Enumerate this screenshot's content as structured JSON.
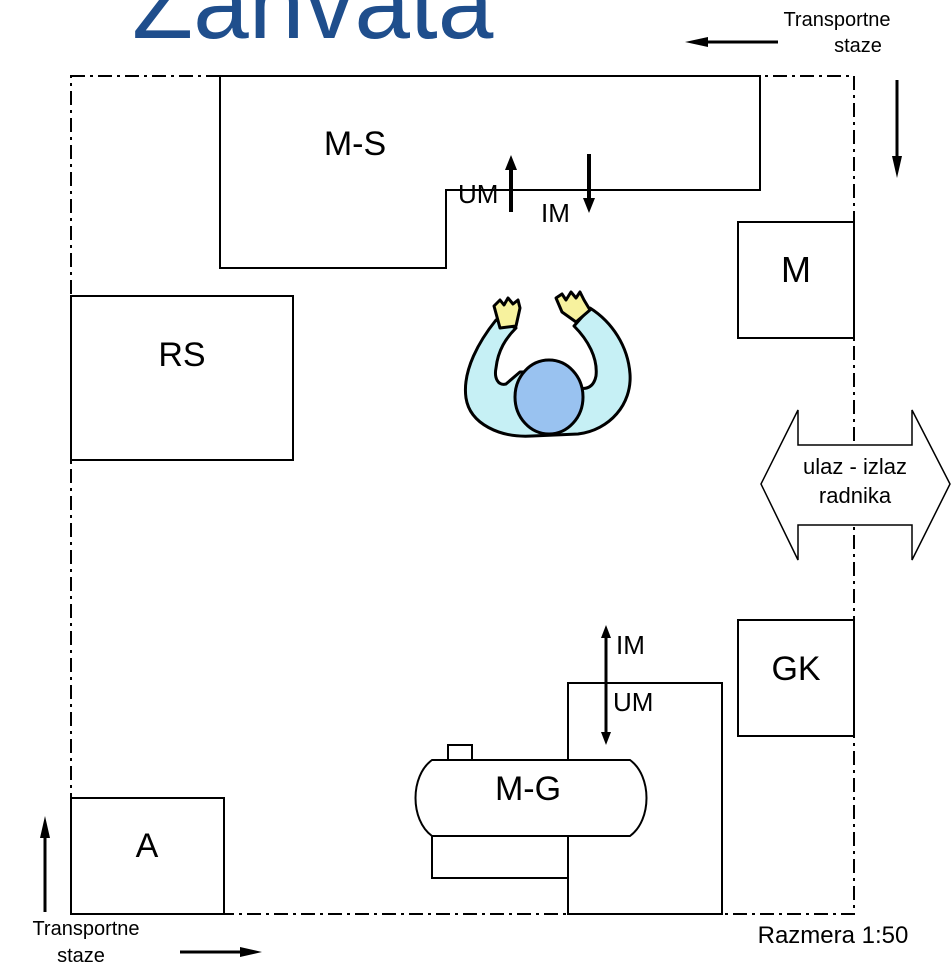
{
  "title": "Zanvata",
  "labels": {
    "ms": "M-S",
    "um_top": "UM",
    "im_top": "IM",
    "m": "M",
    "rs": "RS",
    "exit_line1": "ulaz - izlaz",
    "exit_line2": "radnika",
    "im_bottom": "IM",
    "um_bottom": "UM",
    "gk": "GK",
    "mg": "M-G",
    "a": "A",
    "transport_top_line1": "Transportne",
    "transport_top_line2": "staze",
    "transport_bottom_line1": "Transportne",
    "transport_bottom_line2": "staze",
    "scale": "Razmera 1:50"
  },
  "colors": {
    "title": "#1f4e8c",
    "worker_body": "#c6f0f5",
    "worker_head": "#99c2f0",
    "worker_hands": "#f7f29e"
  }
}
